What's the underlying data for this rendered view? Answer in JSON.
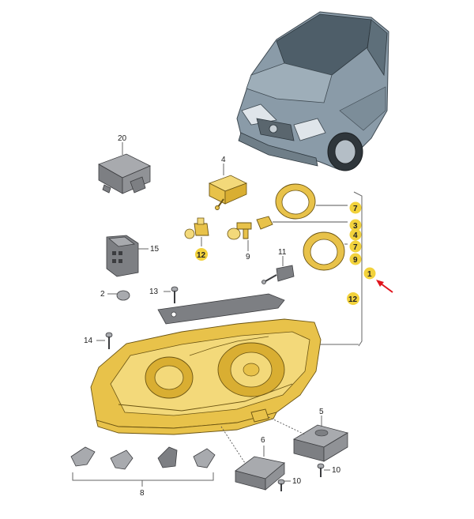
{
  "callouts": {
    "c1": "1",
    "c2": "2",
    "c3": "3",
    "c4a": "4",
    "c4b": "4",
    "c5": "5",
    "c6": "6",
    "c7a": "7",
    "c7b": "7",
    "c8": "8",
    "c9a": "9",
    "c9b": "9",
    "c10a": "10",
    "c10b": "10",
    "c11": "11",
    "c12a": "12",
    "c12b": "12",
    "c13": "13",
    "c14": "14",
    "c15": "15",
    "c20": "20"
  },
  "colors": {
    "highlight_part": "#e8c24a",
    "highlight_marker": "#f2d23c",
    "grey_part": "#7d7f83",
    "vehicle": "#8a9ba8",
    "pointer_arrow": "#e0141c"
  }
}
